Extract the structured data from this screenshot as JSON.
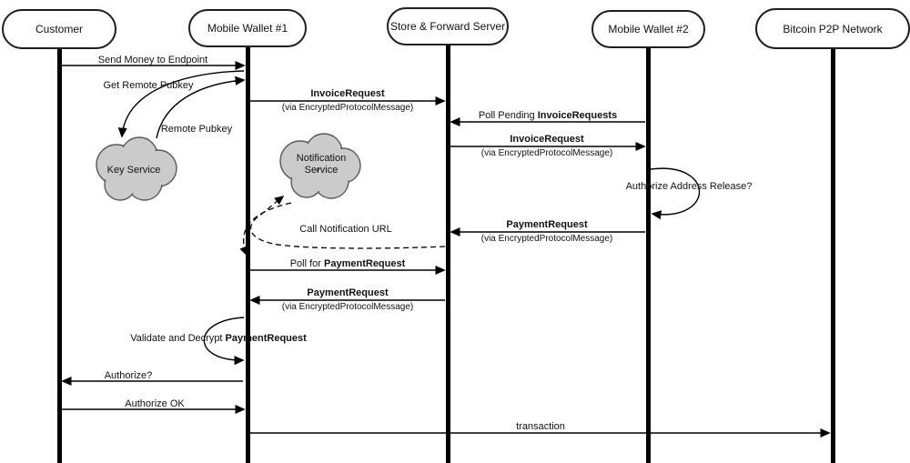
{
  "diagram": {
    "actors": [
      {
        "label": "Customer"
      },
      {
        "label": "Mobile Wallet #1"
      },
      {
        "label": "Store & Forward Server"
      },
      {
        "label": "Mobile Wallet #2"
      },
      {
        "label": "Bitcoin P2P Network"
      }
    ],
    "clouds": {
      "key_service": {
        "label": "Key Service"
      },
      "notification_service": {
        "label": "Notification\nService"
      }
    },
    "messages": {
      "send_money": {
        "label": "Send Money to Endpoint"
      },
      "get_remote_pubkey": {
        "label": "Get Remote Pubkey"
      },
      "remote_pubkey": {
        "label": "Remote Pubkey"
      },
      "invoice_request_to_server": {
        "bold": "InvoiceRequest",
        "sub": "(via EncryptedProtocolMessage)"
      },
      "poll_pending": {
        "prefix": "Poll Pending ",
        "bold": "InvoiceRequests"
      },
      "invoice_request_to_wallet2": {
        "bold": "InvoiceRequest",
        "sub": "(via EncryptedProtocolMessage)"
      },
      "authorize_address_release": {
        "label": "Authorize Address Release?"
      },
      "payment_request_to_server": {
        "bold": "PaymentRequest",
        "sub": "(via EncryptedProtocolMessage)"
      },
      "call_notification_url": {
        "label": "Call Notification URL"
      },
      "poll_for_payment_request": {
        "prefix": "Poll for ",
        "bold": "PaymentRequest"
      },
      "payment_request_to_wallet1": {
        "bold": "PaymentRequest",
        "sub": "(via EncryptedProtocolMessage)"
      },
      "validate_and_decrypt": {
        "prefix": "Validate and Decrypt ",
        "bold": "PaymentRequest"
      },
      "authorize_question": {
        "label": "Authorize?"
      },
      "authorize_ok": {
        "label": "Authorize OK"
      },
      "transaction": {
        "label": "transaction"
      }
    }
  }
}
